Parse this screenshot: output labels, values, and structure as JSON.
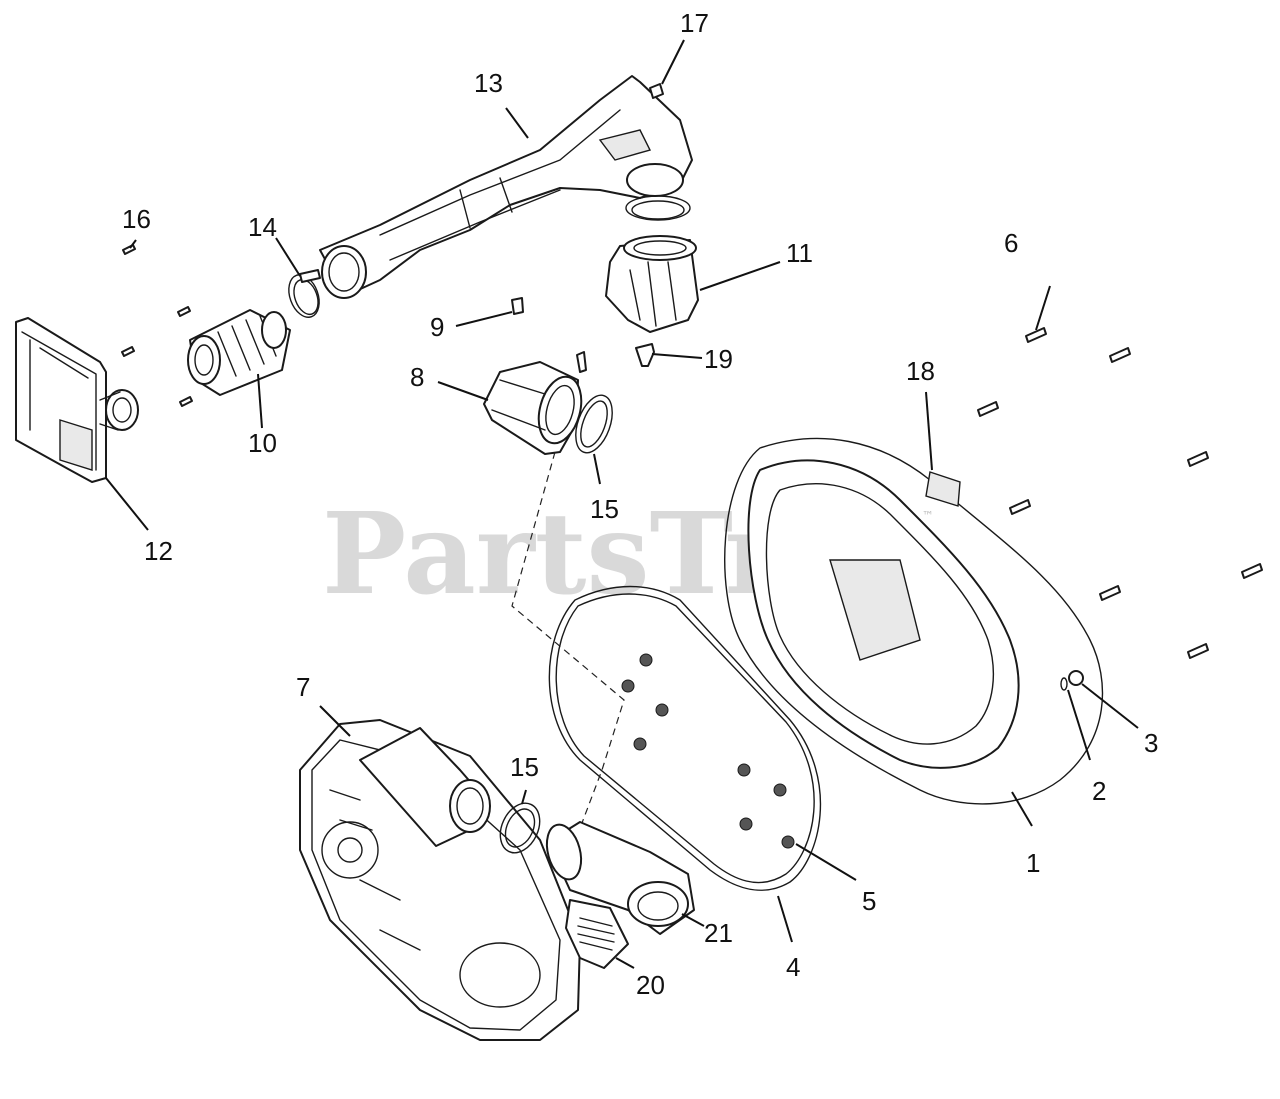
{
  "watermark": {
    "text": "PartsTree",
    "mark": "™"
  },
  "callouts": [
    {
      "id": "1",
      "label": "1"
    },
    {
      "id": "2",
      "label": "2"
    },
    {
      "id": "3",
      "label": "3"
    },
    {
      "id": "4",
      "label": "4"
    },
    {
      "id": "5",
      "label": "5"
    },
    {
      "id": "6",
      "label": "6"
    },
    {
      "id": "7",
      "label": "7"
    },
    {
      "id": "8",
      "label": "8"
    },
    {
      "id": "9",
      "label": "9"
    },
    {
      "id": "10",
      "label": "10"
    },
    {
      "id": "11",
      "label": "11"
    },
    {
      "id": "12",
      "label": "12"
    },
    {
      "id": "13",
      "label": "13"
    },
    {
      "id": "14",
      "label": "14"
    },
    {
      "id": "15a",
      "label": "15"
    },
    {
      "id": "15b",
      "label": "15"
    },
    {
      "id": "16",
      "label": "16"
    },
    {
      "id": "17",
      "label": "17"
    },
    {
      "id": "18",
      "label": "18"
    },
    {
      "id": "19",
      "label": "19"
    },
    {
      "id": "20",
      "label": "20"
    },
    {
      "id": "21",
      "label": "21"
    }
  ]
}
